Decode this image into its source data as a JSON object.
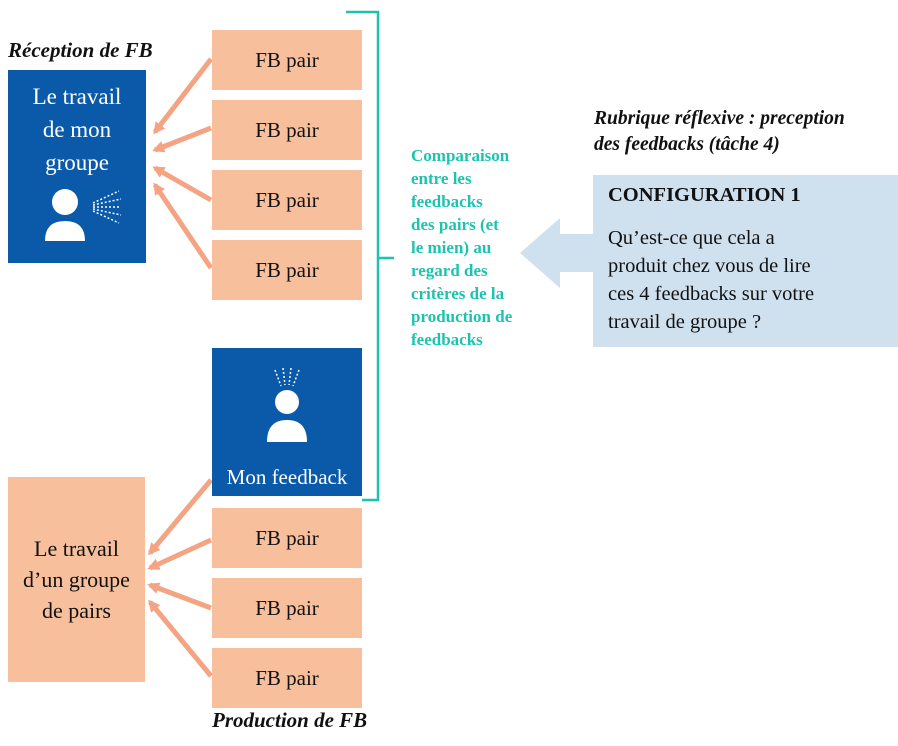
{
  "reception_label": "Réception de FB",
  "production_label": "Production de FB",
  "my_group": [
    "Le travail",
    "de mon",
    "groupe"
  ],
  "fb_top": [
    "FB pair",
    "FB pair",
    "FB pair",
    "FB pair"
  ],
  "my_feedback_label": "Mon feedback",
  "peer_group": [
    "Le travail",
    "d’un groupe",
    "de pairs"
  ],
  "fb_bottom": [
    "FB pair",
    "FB pair",
    "FB pair"
  ],
  "comparison_lines": [
    "Comparaison",
    "entre les",
    "feedbacks",
    "des pairs (et",
    "le mien) au",
    "regard des",
    "critères de la",
    "production de",
    "feedbacks"
  ],
  "rubric_title_lines": [
    "Rubrique réflexive : preception",
    "des feedbacks (tâche 4)"
  ],
  "config": {
    "title": "CONFIGURATION 1",
    "question_lines": [
      "Qu’est-ce que cela a",
      "produit chez vous de lire",
      "ces 4 feedbacks sur votre",
      "travail de groupe ?"
    ]
  },
  "colors": {
    "blue": "#0b5aa9",
    "salmon": "#f7bf9c",
    "teal": "#1ec3b0",
    "light_blue": "#cfe0ee"
  },
  "icons": [
    "person-receiving-icon",
    "person-speaking-icon"
  ]
}
